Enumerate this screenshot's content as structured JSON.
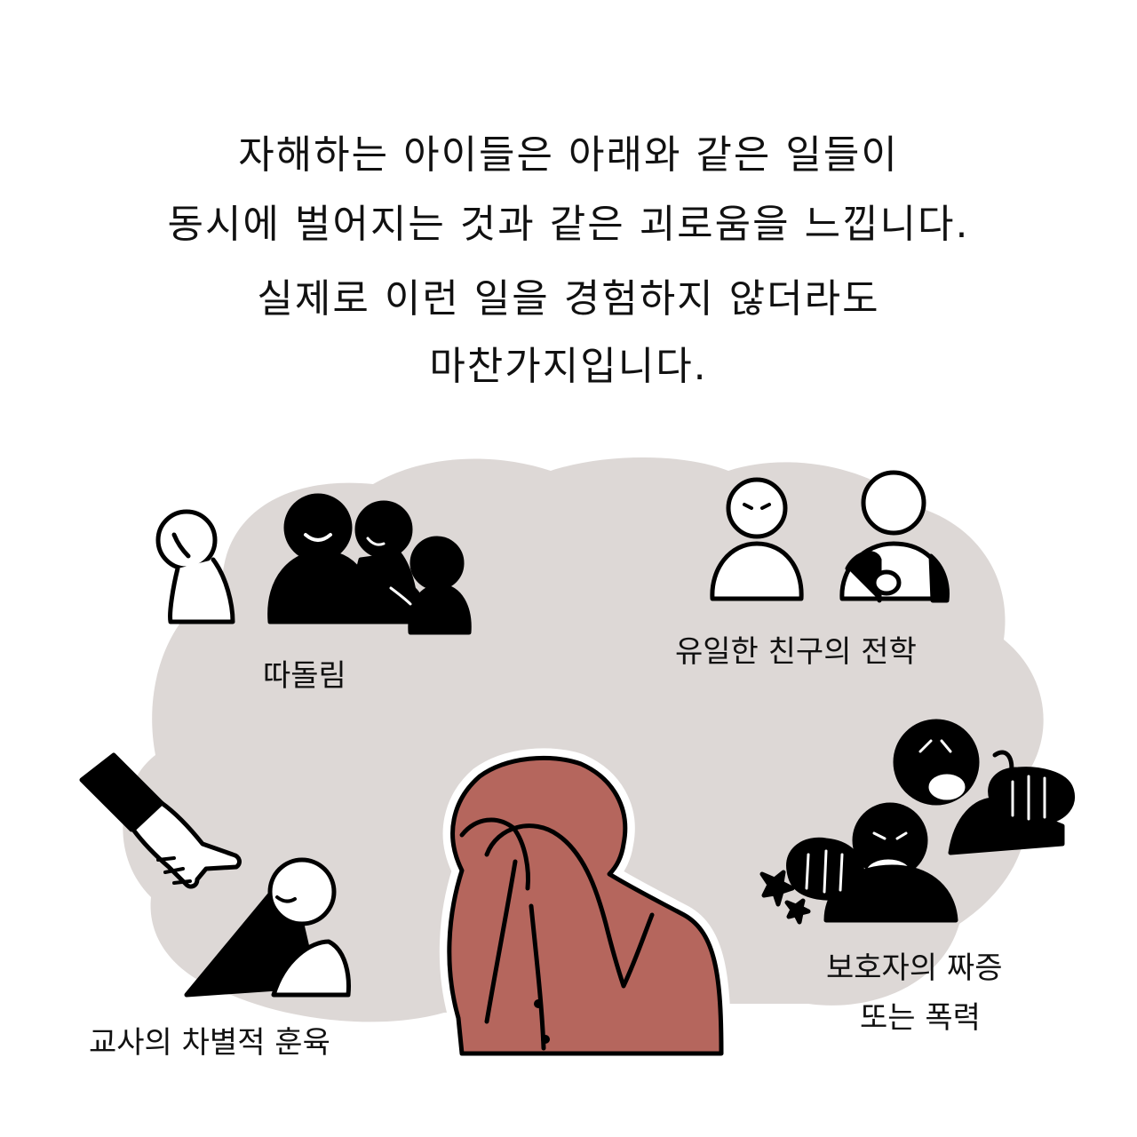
{
  "heading": {
    "line1": "자해하는 아이들은 아래와 같은 일들이",
    "line2": "동시에 벌어지는 것과 같은 괴로움을 느낍니다.",
    "line3": "실제로 이런 일을 경험하지 않더라도",
    "line4": "마찬가지입니다."
  },
  "captions": {
    "bullying": "따돌림",
    "friend_transfer": "유일한 친구의 전학",
    "guardian_line1": "보호자의 짜증",
    "guardian_line2": "또는 폭력",
    "teacher": "교사의 차별적 훈육"
  },
  "colors": {
    "background": "#ffffff",
    "cloud": "#ddd8d6",
    "figure_dark": "#000000",
    "figure_light": "#ffffff",
    "central_figure": "#b5665d"
  }
}
